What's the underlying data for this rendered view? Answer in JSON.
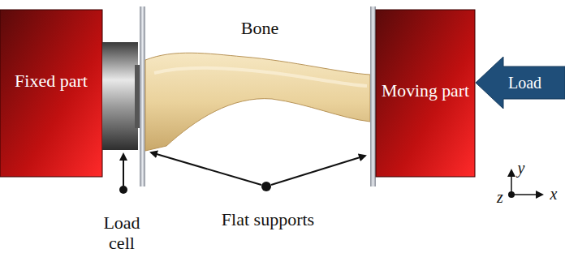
{
  "diagram": {
    "nodes": [
      {
        "text": [
          "Fixed part"
        ]
      },
      {
        "text": [
          "Moving part"
        ]
      },
      {
        "text": [
          "Load"
        ]
      }
    ],
    "labels": [
      "Bone",
      "Load cell",
      "Flat supports",
      "y",
      "z",
      "x"
    ]
  }
}
